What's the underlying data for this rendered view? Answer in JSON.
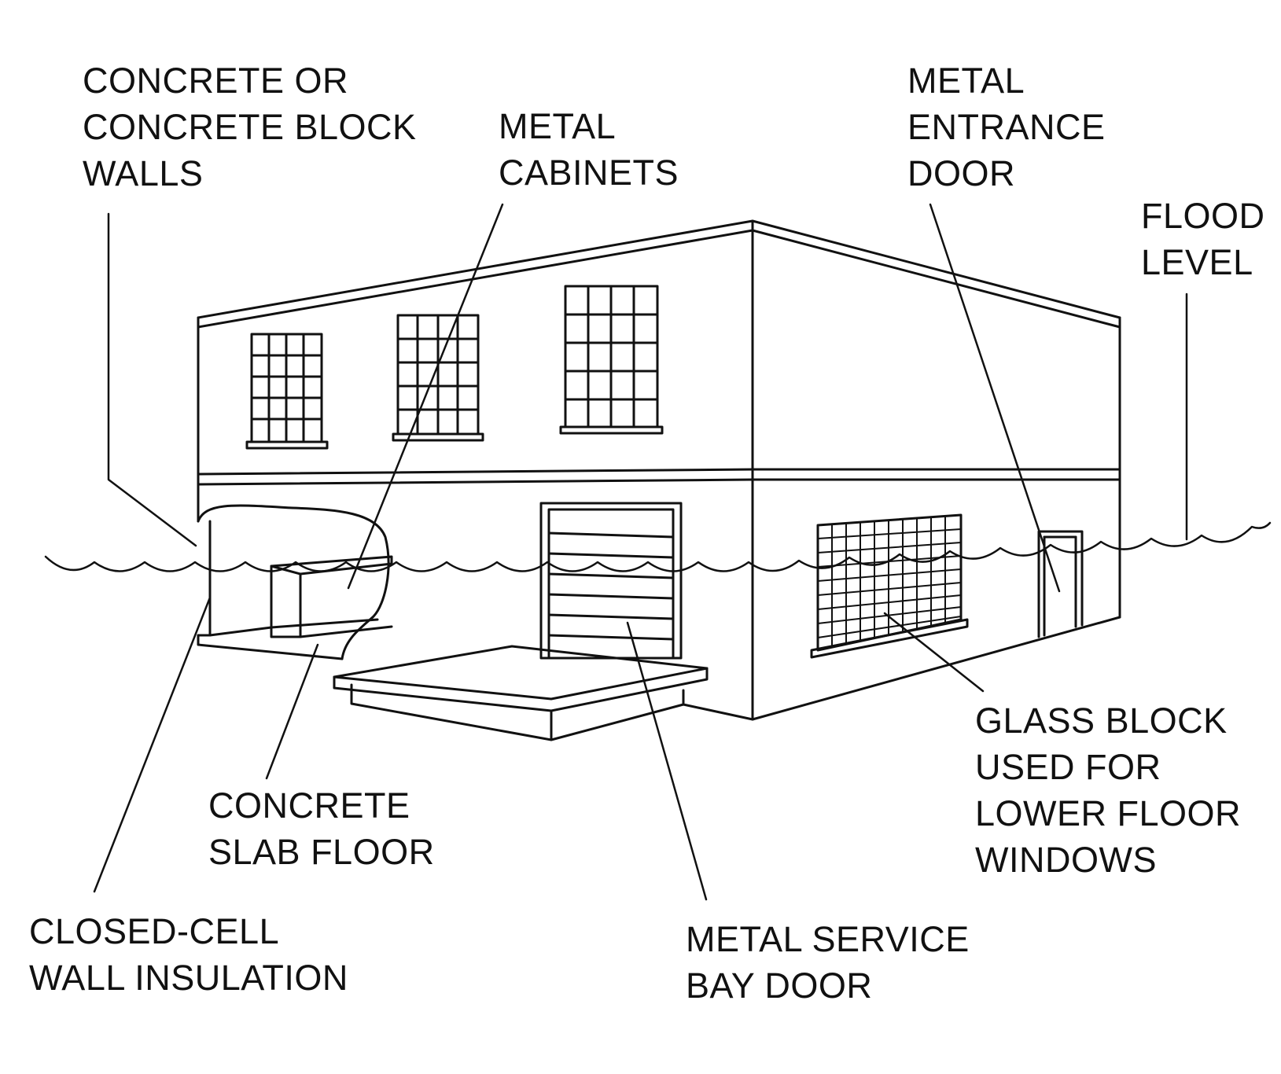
{
  "labels": {
    "walls": [
      "CONCRETE OR",
      "CONCRETE BLOCK",
      "WALLS"
    ],
    "cabinets": [
      "METAL",
      "CABINETS"
    ],
    "entrance_door": [
      "METAL",
      "ENTRANCE",
      "DOOR"
    ],
    "flood_level": [
      "FLOOD",
      "LEVEL"
    ],
    "glass_block": [
      "GLASS BLOCK",
      "USED FOR",
      "LOWER FLOOR",
      "WINDOWS"
    ],
    "slab_floor": [
      "CONCRETE",
      "SLAB FLOOR"
    ],
    "insulation": [
      "CLOSED-CELL",
      "WALL INSULATION"
    ],
    "bay_door": [
      "METAL SERVICE",
      "BAY DOOR"
    ]
  },
  "colors": {
    "ink": "#111111",
    "paper": "#ffffff"
  }
}
